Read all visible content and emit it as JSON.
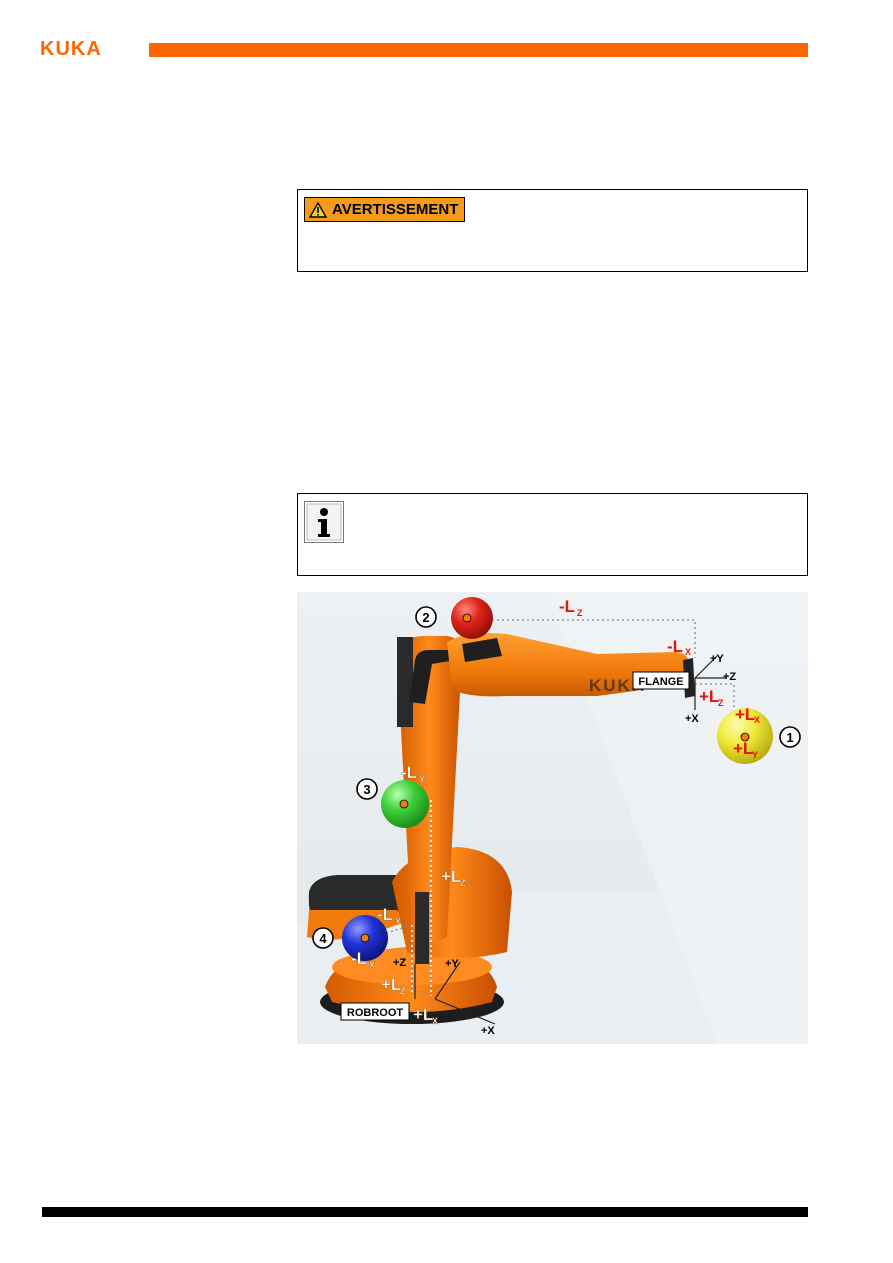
{
  "header": {
    "logo_text": "KUKA",
    "brand_color": "#ff6600"
  },
  "warning": {
    "label": "AVERTISSEMENT",
    "icon": "warning-triangle-icon",
    "label_color": "#f49c1a"
  },
  "info": {
    "icon": "information-icon"
  },
  "figure": {
    "callouts": [
      "1",
      "2",
      "3",
      "4"
    ],
    "frames": {
      "flange": "FLANGE",
      "robroot": "ROBROOT"
    },
    "axes": {
      "plus_y": "+Y",
      "plus_z": "+Z",
      "plus_x": "+X"
    },
    "dim_labels": {
      "minus_lz": "-L",
      "minus_lx": "-L",
      "plus_lz": "+L",
      "plus_lx": "+L",
      "plus_ly": "+L",
      "minus_ly": "-L",
      "sub_z": "Z",
      "sub_x": "X",
      "sub_y": "Y"
    },
    "sphere_colors": {
      "1": "#f0ea3a",
      "2": "#e0231b",
      "3": "#3fcf3a",
      "4": "#2233d8"
    },
    "robot_logo": "KUKA"
  }
}
